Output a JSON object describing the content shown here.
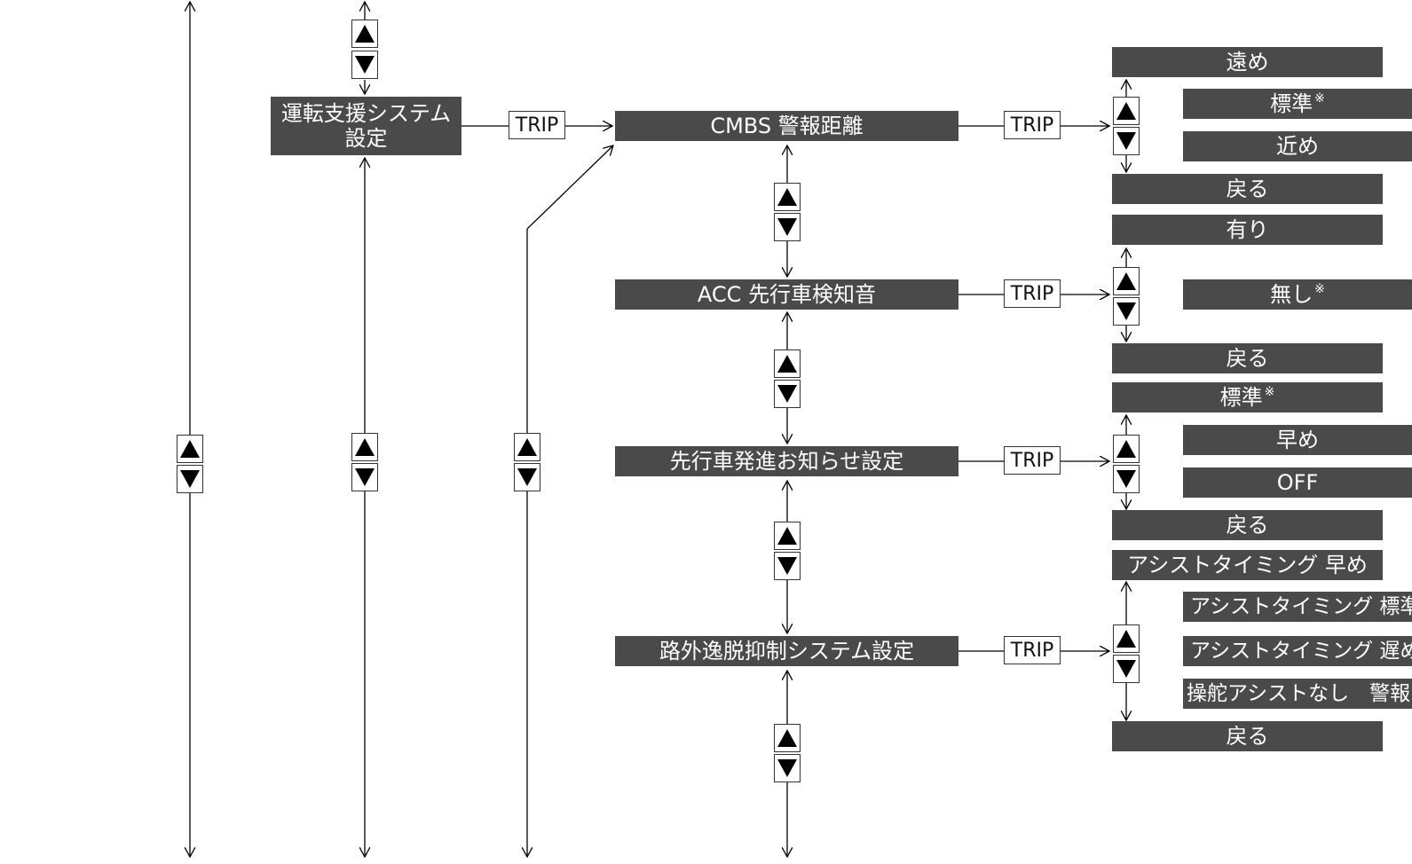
{
  "diagram": {
    "main_item": {
      "line1": "運転支援システム",
      "line2": "設定"
    },
    "trip_label": "TRIP",
    "note_mark": "※",
    "sub_items": [
      {
        "label": "CMBS 警報距離"
      },
      {
        "label": "ACC 先行車検知音"
      },
      {
        "label": "先行車発進お知らせ設定"
      },
      {
        "label": "路外逸脱抑制システム設定"
      }
    ],
    "options": {
      "cmbs": [
        "遠め",
        "標準",
        "近め",
        "戻る"
      ],
      "acc": [
        "有り",
        "無し",
        "戻る"
      ],
      "departure": [
        "標準",
        "早め",
        "OFF",
        "戻る"
      ],
      "road_departure": [
        "アシストタイミング 早め",
        "アシストタイミング 標準",
        "アシストタイミング 遅め",
        "操舵アシストなし　警報のみ",
        "戻る"
      ]
    }
  }
}
